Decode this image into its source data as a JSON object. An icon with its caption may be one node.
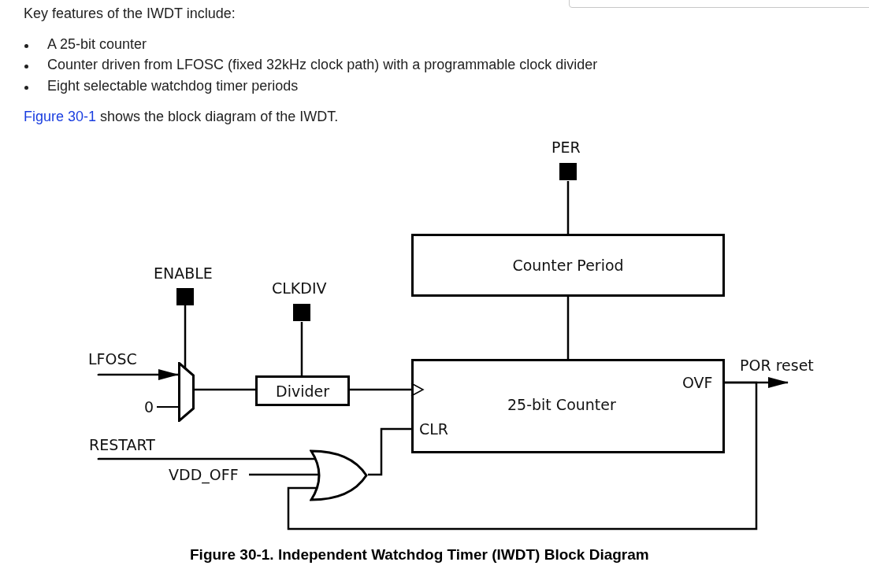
{
  "diagram": {
    "caption": "Figure 30-1. Independent Watchdog Timer (IWDT) Block Diagram",
    "nodes": [
      {
        "text": [
          "PER"
        ]
      },
      {
        "text": [
          "Counter Period"
        ]
      },
      {
        "text": [
          "ENABLE"
        ]
      },
      {
        "text": [
          "CLKDIV"
        ]
      },
      {
        "text": [
          "LFOSC"
        ]
      },
      {
        "text": [],
        "shape": "trapezoid"
      },
      {
        "text": [
          "Divider"
        ]
      },
      {
        "text": [
          "25-bit Counter",
          "OVF",
          "CLR"
        ]
      },
      {
        "text": [
          "RESTART"
        ]
      },
      {
        "text": [
          "VDD_OFF"
        ]
      },
      {
        "text": [],
        "shape": "gate"
      },
      {
        "text": [
          "POR reset"
        ]
      }
    ],
    "edges": [
      {
        "from": 0,
        "to": 1,
        "arrow": "none"
      },
      {
        "from": 1,
        "to": 7,
        "arrow": "none"
      },
      {
        "from": 2,
        "to": 5,
        "arrow": "none"
      },
      {
        "from": 4,
        "to": 5,
        "arrow": "to"
      },
      {
        "from": 5,
        "to": 6,
        "arrow": "none"
      },
      {
        "from": 3,
        "to": 6,
        "arrow": "none"
      },
      {
        "from": 6,
        "to": 7,
        "arrow": "to"
      },
      {
        "from": 8,
        "to": 10,
        "arrow": "none"
      },
      {
        "from": 9,
        "to": 10,
        "arrow": "none"
      },
      {
        "from": 10,
        "to": 7,
        "arrow": "none"
      },
      {
        "from": 7,
        "to": 11,
        "arrow": "to"
      },
      {
        "from": 7,
        "to": 10,
        "arrow": "none"
      }
    ],
    "labels": [
      "Key features of the IWDT include:",
      "A 25-bit counter",
      "Counter driven from LFOSC (fixed 32kHz clock path) with a programmable clock divider",
      "Eight selectable watchdog timer periods",
      "Figure 30-1 shows the block diagram of the IWDT.",
      "0"
    ]
  }
}
